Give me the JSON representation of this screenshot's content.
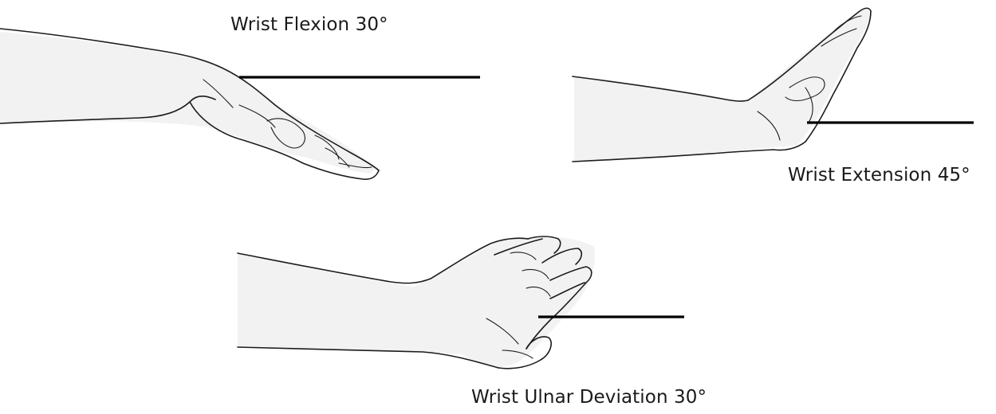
{
  "labels": {
    "flexion": "Wrist Flexion 30°",
    "extension": "Wrist Extension 45°",
    "ulnar_deviation": "Wrist Ulnar Deviation 30°"
  },
  "colors": {
    "background": "#ffffff",
    "ink": "#1c1c1c",
    "reference_line": "#000000"
  }
}
